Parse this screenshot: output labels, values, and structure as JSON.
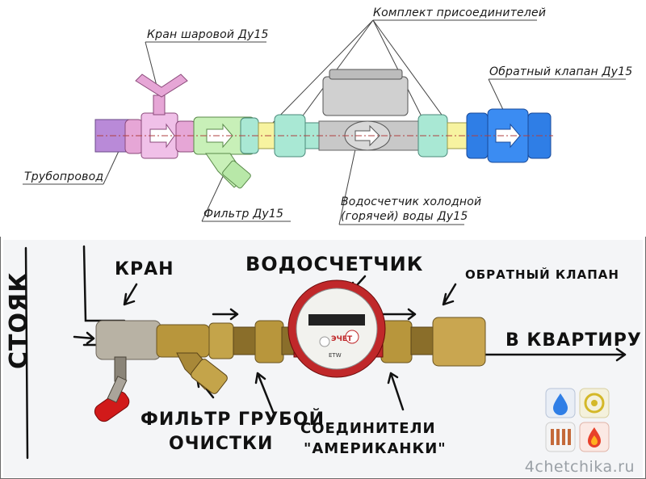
{
  "diagram": {
    "labels": {
      "ball_valve": "Кран шаровой Ду15",
      "connector_set": "Комплект присоединителей",
      "check_valve": "Обратный клапан Ду15",
      "pipeline": "Трубопровод",
      "filter": "Фильтр Ду15",
      "meter_line1": "Водосчетчик холодной",
      "meter_line2": "(горячей) воды Ду15"
    }
  },
  "photo": {
    "labels": {
      "riser": "СТОЯК",
      "valve": "КРАН",
      "meter": "ВОДОСЧЕТЧИК",
      "check_valve": "ОБРАТНЫЙ КЛАПАН",
      "to_apartment": "В КВАРТИРУ",
      "filter_line1": "ФИЛЬТР ГРУБОЙ",
      "filter_line2": "ОЧИСТКИ",
      "connectors_line1": "СОЕДИНИТЕЛИ",
      "connectors_line2": "\"АМЕРИКАНКИ\""
    },
    "meter_face": {
      "brand": "ЭЧЕТ",
      "model": "ETW"
    }
  },
  "watermark": "4chetchika.ru",
  "colors": {
    "pipe": "#b98ad8",
    "valve_body": "#e6a6d6",
    "filter": "#c8f0b8",
    "fitting": "#a9e8d4",
    "nut_yellow": "#f7f3a0",
    "meter": "#c8c8c8",
    "check_valve": "#2f7ee6",
    "brass": "#b8963c",
    "red_handle": "#d11a1a"
  },
  "icons": [
    "water-drop-icon",
    "gas-icon",
    "radiator-icon",
    "flame-icon"
  ]
}
